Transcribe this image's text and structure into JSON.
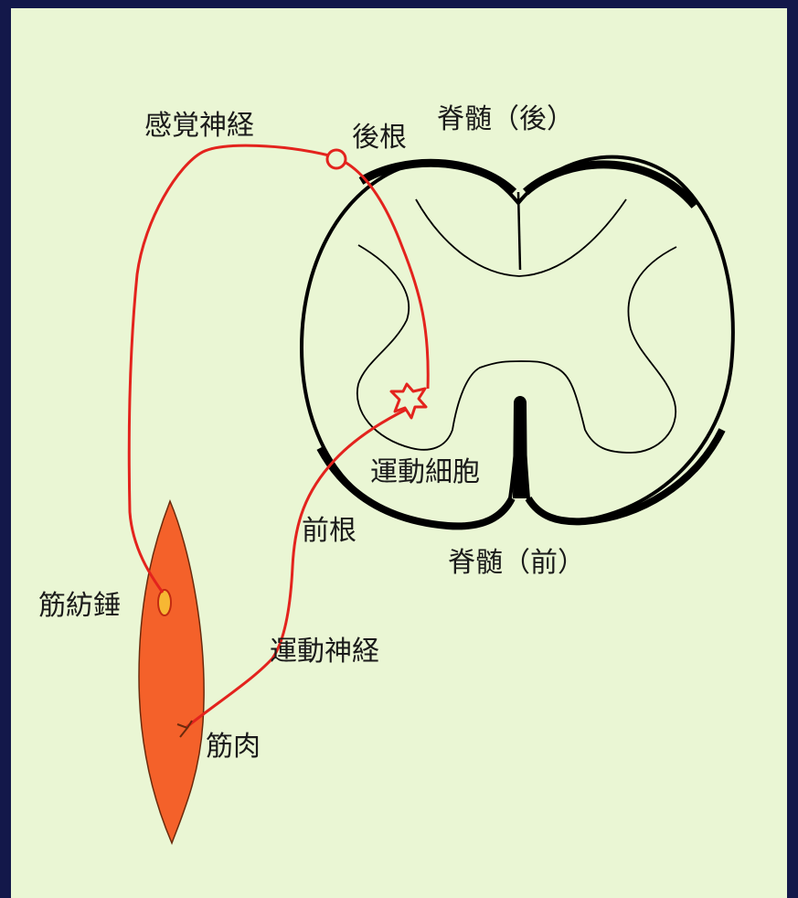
{
  "diagram": {
    "labels": {
      "sensory_nerve": "感覚神経",
      "dorsal_root": "後根",
      "spinal_cord_posterior": "脊髄（後）",
      "motor_cell": "運動細胞",
      "ventral_root": "前根",
      "spinal_cord_anterior": "脊髄（前）",
      "muscle_spindle": "筋紡錘",
      "motor_nerve": "運動神経",
      "muscle": "筋肉"
    },
    "colors": {
      "background": "#eaf6d4",
      "border": "#13184a",
      "nerve": "#e3231d",
      "muscle": "#f4612a",
      "spindle": "#f7b733",
      "outline": "#000000"
    }
  }
}
